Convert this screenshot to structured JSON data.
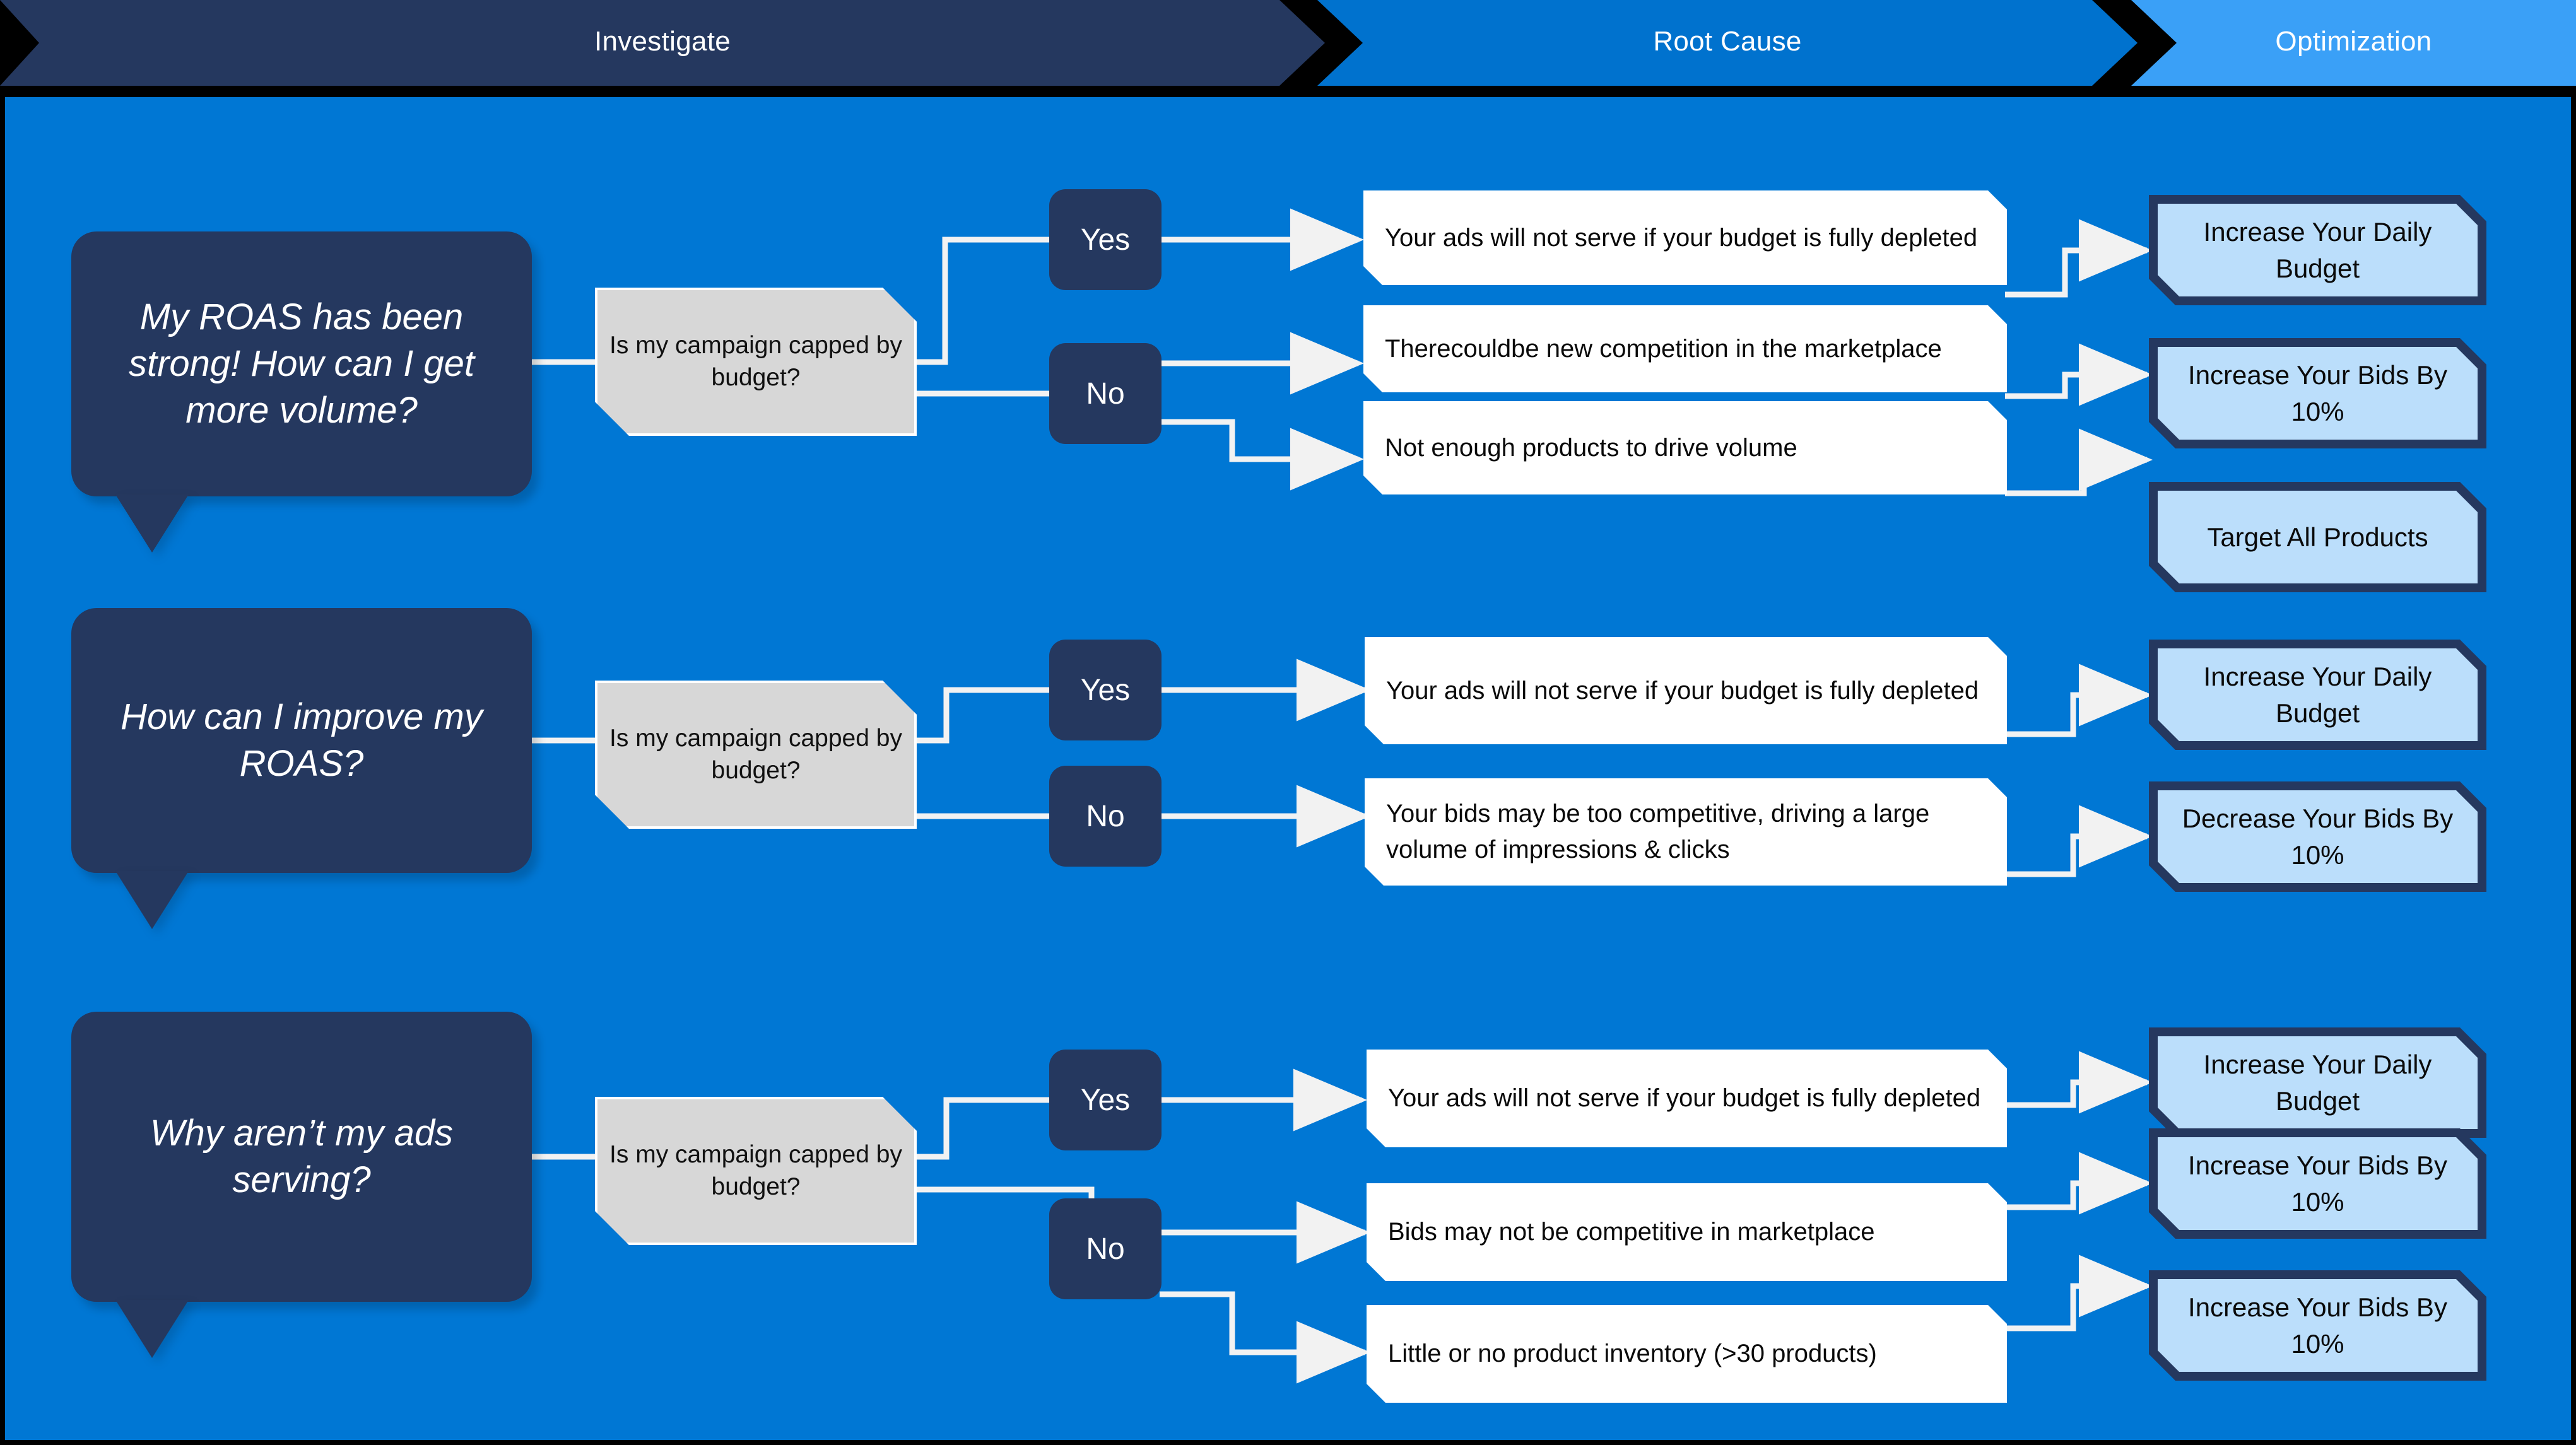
{
  "header": {
    "stages": [
      {
        "id": "investigate",
        "label": "Investigate",
        "color": "#25385F"
      },
      {
        "id": "root-cause",
        "label": "Root Cause",
        "color": "#0072CE"
      },
      {
        "id": "optimization",
        "label": "Optimization",
        "color": "#3AA0F7"
      }
    ]
  },
  "theme": {
    "canvas_blue": "#0077D4",
    "navy": "#25385F",
    "decision_gray": "#D7D7D7",
    "rootcause_white": "#FFFFFF",
    "optimization_blue": "#BBDEFB",
    "wire_white": "#F2F2F2"
  },
  "rows": [
    {
      "id": "row-1",
      "question": "My ROAS has been strong!  How can I get more volume?",
      "decision": "Is my campaign capped by budget?",
      "branches": [
        {
          "label": "Yes",
          "root_causes": [
            {
              "text": "Your ads will not serve if your budget is fully depleted",
              "optimization": "Increase Your Daily Budget"
            }
          ]
        },
        {
          "label": "No",
          "root_causes": [
            {
              "text": "Therecouldbe new competition in the marketplace",
              "optimization": "Increase Your Bids By 10%"
            },
            {
              "text": "Not enough products to drive volume",
              "optimization": "Target All Products"
            }
          ]
        }
      ]
    },
    {
      "id": "row-2",
      "question": "How can I improve my ROAS?",
      "decision": "Is my campaign capped by budget?",
      "branches": [
        {
          "label": "Yes",
          "root_causes": [
            {
              "text": "Your ads will not serve if your budget is fully depleted",
              "optimization": "Increase Your Daily Budget"
            }
          ]
        },
        {
          "label": "No",
          "root_causes": [
            {
              "text": "Your bids may be too competitive, driving a large volume of impressions & clicks",
              "optimization": "Decrease Your Bids By 10%"
            }
          ]
        }
      ]
    },
    {
      "id": "row-3",
      "question": "Why aren’t my ads serving?",
      "decision": "Is my campaign capped by budget?",
      "branches": [
        {
          "label": "Yes",
          "root_causes": [
            {
              "text": "Your ads will not serve if your budget is fully depleted",
              "optimization": "Increase Your Daily Budget"
            }
          ]
        },
        {
          "label": "No",
          "root_causes": [
            {
              "text": "Bids may not be competitive in marketplace",
              "optimization": "Increase Your Bids By 10%"
            },
            {
              "text": "Little or no product inventory (>30 products)",
              "optimization": "Increase Your Bids By 10%"
            }
          ]
        }
      ]
    }
  ],
  "labels": {
    "r1_q": "My ROAS has been strong!  How can I get more volume?",
    "r1_dec": "Is my campaign capped by budget?",
    "r1_yes": "Yes",
    "r1_no": "No",
    "r1_rc1": "Your ads will not serve if your budget is fully depleted",
    "r1_rc2": "Therecouldbe new competition in the marketplace",
    "r1_rc3": "Not enough products to drive volume",
    "r1_op1": "Increase Your Daily Budget",
    "r1_op2": "Increase Your Bids By 10%",
    "r1_op3": "Target All Products",
    "r2_q": "How can I improve my ROAS?",
    "r2_dec": "Is my campaign capped by budget?",
    "r2_yes": "Yes",
    "r2_no": "No",
    "r2_rc1": "Your ads will not serve if your budget is fully depleted",
    "r2_rc2": "Your bids may be too competitive, driving a large volume of impressions & clicks",
    "r2_op1": "Increase Your Daily Budget",
    "r2_op2": "Decrease Your Bids By 10%",
    "r3_q": "Why aren’t my ads serving?",
    "r3_dec": "Is my campaign capped by budget?",
    "r3_yes": "Yes",
    "r3_no": "No",
    "r3_rc1": "Your ads will not serve if your budget is fully depleted",
    "r3_rc2": "Bids may not be competitive in marketplace",
    "r3_rc3": "Little or no product inventory (>30 products)",
    "r3_op1": "Increase Your Daily Budget",
    "r3_op2": "Increase Your Bids By 10%",
    "r3_op3": "Increase Your Bids By 10%"
  }
}
